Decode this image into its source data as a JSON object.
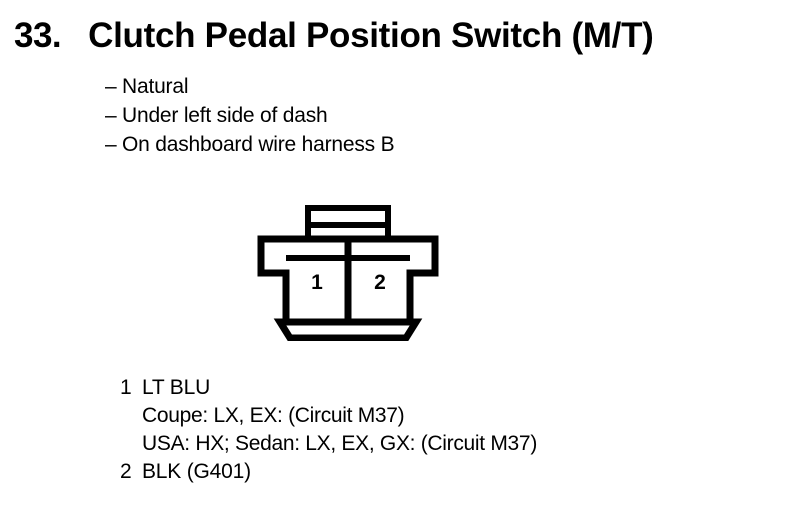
{
  "heading": {
    "number": "33.",
    "title": "Clutch Pedal Position Switch (M/T)"
  },
  "attributes": {
    "dash": "–",
    "items": [
      {
        "text": "Natural"
      },
      {
        "text": "Under left side of dash"
      },
      {
        "text": "On dashboard wire harness B"
      }
    ]
  },
  "connector": {
    "type": "2-cavity connector with locking tab",
    "cavities": [
      {
        "number": "1"
      },
      {
        "number": "2"
      }
    ],
    "line_color": "#000000",
    "fill_color": "#ffffff"
  },
  "legend": {
    "entries": [
      {
        "pin": "1",
        "wire": "LT BLU",
        "notes": [
          "Coupe: LX, EX: (Circuit M37)",
          "USA: HX; Sedan: LX, EX, GX: (Circuit M37)"
        ]
      },
      {
        "pin": "2",
        "wire": "BLK (G401)",
        "notes": []
      }
    ]
  }
}
